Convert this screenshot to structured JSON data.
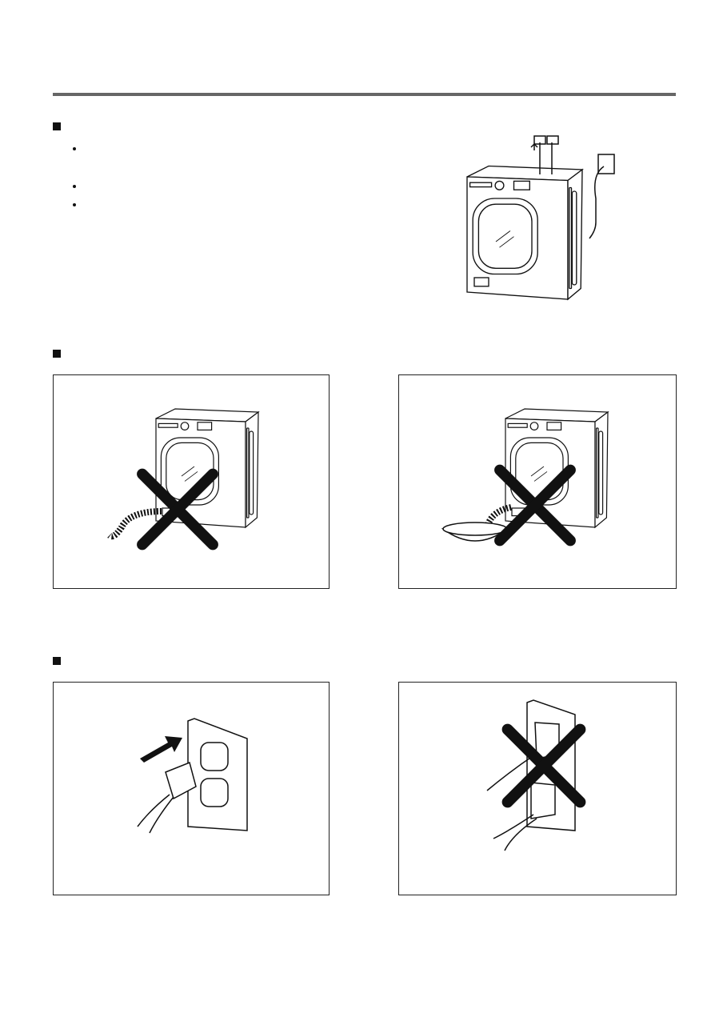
{
  "colors": {
    "rule": "#666666",
    "ink": "#111111",
    "prohibited_mark": "#111111"
  },
  "sections": [
    {
      "marker_icon": "square-bullet-icon",
      "bullets": 3,
      "illustration": "washer-with-faucets-and-outlet"
    },
    {
      "marker_icon": "square-bullet-icon",
      "panels": [
        {
          "illustration": "washer-drain-hose-on-floor",
          "mark": "prohibited-x-icon"
        },
        {
          "illustration": "washer-drain-hose-in-basin",
          "mark": "prohibited-x-icon"
        }
      ]
    },
    {
      "marker_icon": "square-bullet-icon",
      "panels": [
        {
          "illustration": "plug-inserted-into-outlet",
          "mark": "arrow-icon"
        },
        {
          "illustration": "multiple-plugs-in-outlet",
          "mark": "prohibited-x-icon"
        }
      ]
    }
  ]
}
